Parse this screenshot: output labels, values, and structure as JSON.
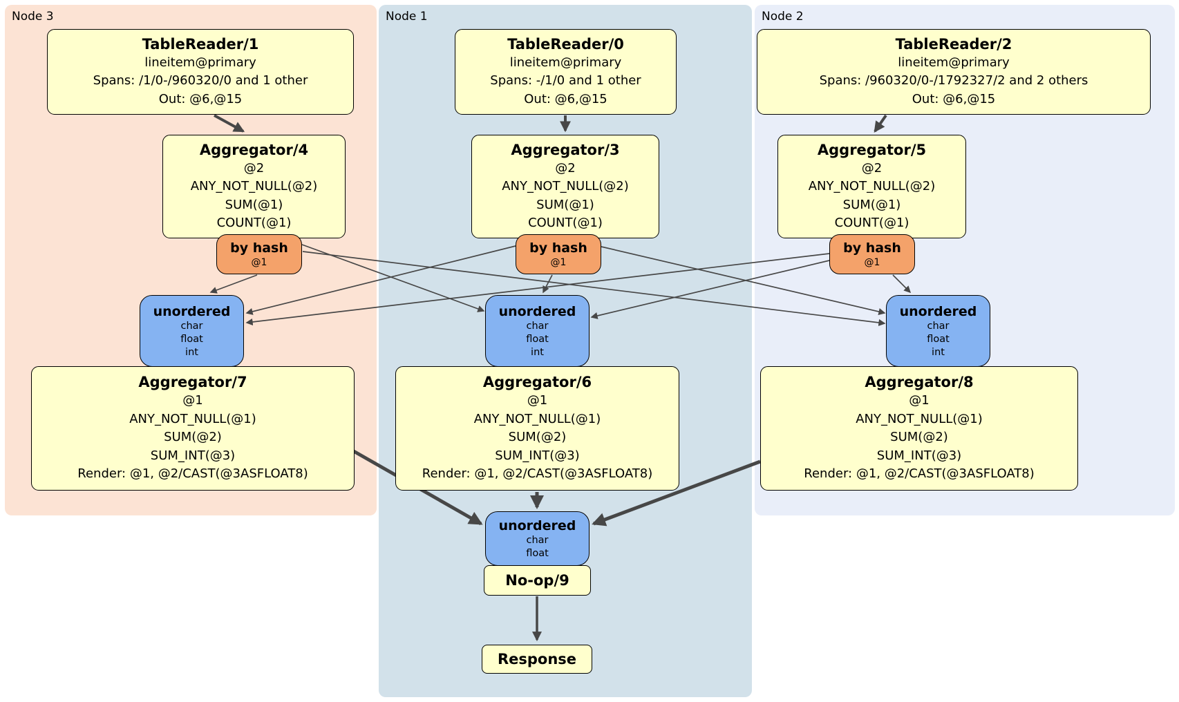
{
  "diagram": {
    "regions": [
      {
        "label": "Node 3"
      },
      {
        "label": "Node 1"
      },
      {
        "label": "Node 2"
      }
    ],
    "colors": {
      "node3_bg": "#fce3d4",
      "node1_bg": "#d2e1ea",
      "node2_bg": "#e9eef9",
      "processor_bg": "#ffffcd",
      "router_bg": "#f4a26a",
      "sync_bg": "#85b3f2",
      "edge_color": "#474747"
    },
    "nodes": {
      "tablereader1": {
        "title": "TableReader/1",
        "lines": [
          "lineitem@primary",
          "Spans: /1/0-/960320/0 and 1 other",
          "Out: @6,@15"
        ]
      },
      "aggregator4": {
        "title": "Aggregator/4",
        "lines": [
          "@2",
          "ANY_NOT_NULL(@2)",
          "SUM(@1)",
          "COUNT(@1)"
        ]
      },
      "router_node3": {
        "title": "by hash",
        "lines": [
          "@1"
        ]
      },
      "sync_node3": {
        "title": "unordered",
        "lines": [
          "char",
          "float",
          "int"
        ]
      },
      "aggregator7": {
        "title": "Aggregator/7",
        "lines": [
          "@1",
          "ANY_NOT_NULL(@1)",
          "SUM(@2)",
          "SUM_INT(@3)",
          "Render: @1, @2/CAST(@3ASFLOAT8)"
        ]
      },
      "tablereader0": {
        "title": "TableReader/0",
        "lines": [
          "lineitem@primary",
          "Spans: -/1/0 and 1 other",
          "Out: @6,@15"
        ]
      },
      "aggregator3": {
        "title": "Aggregator/3",
        "lines": [
          "@2",
          "ANY_NOT_NULL(@2)",
          "SUM(@1)",
          "COUNT(@1)"
        ]
      },
      "router_node1": {
        "title": "by hash",
        "lines": [
          "@1"
        ]
      },
      "sync_node1": {
        "title": "unordered",
        "lines": [
          "char",
          "float",
          "int"
        ]
      },
      "aggregator6": {
        "title": "Aggregator/6",
        "lines": [
          "@1",
          "ANY_NOT_NULL(@1)",
          "SUM(@2)",
          "SUM_INT(@3)",
          "Render: @1, @2/CAST(@3ASFLOAT8)"
        ]
      },
      "tablereader2": {
        "title": "TableReader/2",
        "lines": [
          "lineitem@primary",
          "Spans: /960320/0-/1792327/2 and 2 others",
          "Out: @6,@15"
        ]
      },
      "aggregator5": {
        "title": "Aggregator/5",
        "lines": [
          "@2",
          "ANY_NOT_NULL(@2)",
          "SUM(@1)",
          "COUNT(@1)"
        ]
      },
      "router_node2": {
        "title": "by hash",
        "lines": [
          "@1"
        ]
      },
      "sync_node2": {
        "title": "unordered",
        "lines": [
          "char",
          "float",
          "int"
        ]
      },
      "aggregator8": {
        "title": "Aggregator/8",
        "lines": [
          "@1",
          "ANY_NOT_NULL(@1)",
          "SUM(@2)",
          "SUM_INT(@3)",
          "Render: @1, @2/CAST(@3ASFLOAT8)"
        ]
      },
      "sync_final": {
        "title": "unordered",
        "lines": [
          "char",
          "float"
        ]
      },
      "noop": {
        "title": "No-op/9"
      },
      "response": {
        "title": "Response"
      }
    }
  }
}
